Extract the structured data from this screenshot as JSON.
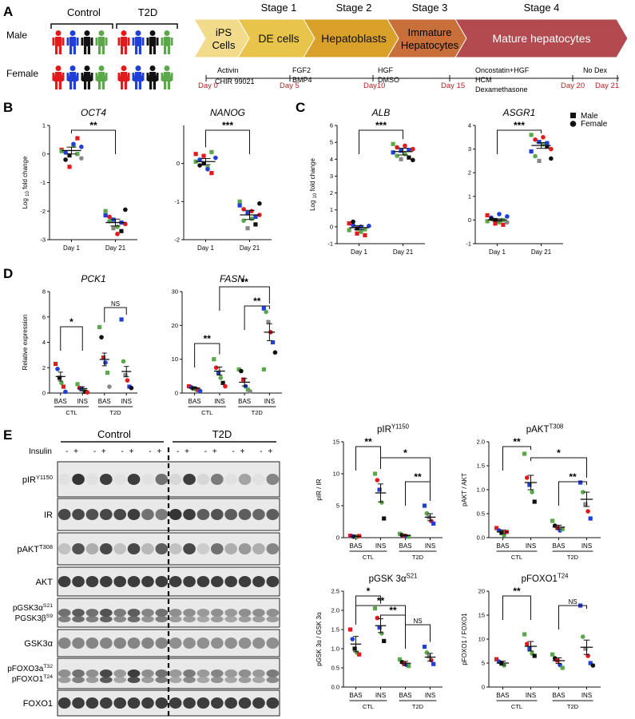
{
  "panels": {
    "A": "A",
    "B": "B",
    "C": "C",
    "D": "D",
    "E": "E"
  },
  "panel_a": {
    "control_label": "Control",
    "t2d_label": "T2D",
    "male_label": "Male",
    "female_label": "Female",
    "donor_colors": [
      "#e31a1c",
      "#1f3fd6",
      "#111111",
      "#5aa84a"
    ],
    "stages": [
      {
        "stage": "",
        "name": "iPS Cells",
        "color": "#f2dc8c"
      },
      {
        "stage": "Stage 1",
        "name": "DE cells",
        "color": "#e8c44a"
      },
      {
        "stage": "Stage 2",
        "name": "Hepatoblasts",
        "color": "#d9a02a"
      },
      {
        "stage": "Stage 3",
        "name": "Immature Hepatocytes",
        "color": "#c86f3a"
      },
      {
        "stage": "Stage 4",
        "name": "Mature hepatocytes",
        "color": "#b24a4f"
      }
    ],
    "factors": [
      "Activin",
      "CHIR 99021",
      "FGF2",
      "BMP4",
      "HGF",
      "DMSO",
      "Oncostatin+HGF",
      "HCM",
      "Dexamethasone",
      "No Dex"
    ],
    "days": [
      "Day 0",
      "Day 5",
      "Day10",
      "Day 15",
      "Day 20",
      "Day 21"
    ]
  },
  "legend": {
    "male": "Male",
    "female": "Female"
  },
  "palette": {
    "red": "#e31a1c",
    "blue": "#1f3fd6",
    "black": "#111111",
    "green": "#5aa84a",
    "gray": "#888888"
  },
  "chart_data": [
    {
      "id": "B1",
      "type": "scatter",
      "title": "OCT4",
      "ylabel": "Log 10 fold change",
      "categories": [
        "Day 1",
        "Day 21"
      ],
      "ylim": [
        -3,
        1
      ],
      "yticks": [
        1,
        0,
        -1,
        -2,
        -3
      ],
      "means": [
        0.12,
        -2.4
      ],
      "sems": [
        0.12,
        0.12
      ],
      "significance": [
        {
          "from": 0,
          "to": 1,
          "label": "**"
        }
      ],
      "points": [
        [
          0.15,
          0.05,
          -0.05,
          0.3,
          0.55,
          0.25,
          0.1,
          -0.2,
          -0.45,
          0.35,
          0.0,
          -0.15
        ],
        [
          -2.0,
          -2.2,
          -2.3,
          -2.55,
          -2.7,
          -2.45,
          -2.15,
          -2.35,
          -2.6,
          -2.8,
          -2.4,
          -1.95
        ]
      ]
    },
    {
      "id": "B2",
      "type": "scatter",
      "title": "NANOG",
      "ylabel": "",
      "categories": [
        "Day 1",
        "Day 21"
      ],
      "ylim": [
        -2,
        1
      ],
      "yticks": [
        0,
        -1,
        -2
      ],
      "means": [
        0.05,
        -1.35
      ],
      "sems": [
        0.08,
        0.12
      ],
      "significance": [
        {
          "from": 0,
          "to": 1,
          "label": "***"
        }
      ],
      "points": [
        [
          0.25,
          0.1,
          0.0,
          -0.1,
          -0.25,
          0.15,
          0.05,
          -0.05,
          0.2,
          -0.15,
          0.3
        ],
        [
          -1.0,
          -1.2,
          -1.3,
          -1.45,
          -1.6,
          -1.35,
          -1.1,
          -1.5,
          -1.7,
          -1.25,
          -1.4,
          -1.05
        ]
      ]
    },
    {
      "id": "C1",
      "type": "scatter",
      "title": "ALB",
      "ylabel": "Log 10 fold change",
      "categories": [
        "Day 1",
        "Day 21"
      ],
      "ylim": [
        -1,
        6
      ],
      "yticks": [
        6,
        5,
        4,
        3,
        2,
        1,
        0,
        -1
      ],
      "means": [
        -0.05,
        4.45
      ],
      "sems": [
        0.12,
        0.2
      ],
      "significance": [
        {
          "from": 0,
          "to": 1,
          "label": "***"
        }
      ],
      "points": [
        [
          0.2,
          0.1,
          -0.1,
          -0.3,
          -0.5,
          0.05,
          -0.2,
          0.3,
          -0.4,
          0.0,
          -0.15
        ],
        [
          4.9,
          4.7,
          4.5,
          4.3,
          4.1,
          4.6,
          4.4,
          4.2,
          4.0,
          4.8,
          4.55,
          3.95
        ]
      ]
    },
    {
      "id": "C2",
      "type": "scatter",
      "title": "ASGR1",
      "ylabel": "",
      "categories": [
        "Day 1",
        "Day 21"
      ],
      "ylim": [
        -1,
        4
      ],
      "yticks": [
        4,
        3,
        2,
        1,
        0,
        -1
      ],
      "means": [
        0.0,
        3.15
      ],
      "sems": [
        0.05,
        0.12
      ],
      "significance": [
        {
          "from": 0,
          "to": 1,
          "label": "***"
        }
      ],
      "points": [
        [
          0.2,
          0.1,
          0.0,
          -0.1,
          -0.2,
          0.15,
          -0.05,
          0.05,
          -0.15,
          0.25,
          0.0,
          -0.1
        ],
        [
          3.6,
          3.4,
          3.3,
          3.2,
          3.1,
          3.0,
          2.9,
          2.7,
          2.5,
          3.5,
          3.25,
          2.6
        ]
      ]
    },
    {
      "id": "D1",
      "type": "scatter",
      "title": "PCK1",
      "ylabel": "Relative expression",
      "categories": [
        "BAS",
        "INS",
        "BAS",
        "INS"
      ],
      "groups": [
        "CTL",
        "T2D"
      ],
      "ylim": [
        0,
        8
      ],
      "yticks": [
        8,
        6,
        4,
        2,
        0
      ],
      "means": [
        1.3,
        0.35,
        2.65,
        1.7
      ],
      "sems": [
        0.35,
        0.15,
        0.5,
        0.4
      ],
      "significance": [
        {
          "from": 0,
          "to": 1,
          "label": "*"
        },
        {
          "from": 2,
          "to": 3,
          "label": "NS"
        }
      ],
      "points": [
        [
          2.3,
          1.9,
          1.2,
          0.8,
          0.5,
          0.1
        ],
        [
          0.7,
          0.4,
          0.3,
          0.2,
          0.1,
          0.05
        ],
        [
          5.2,
          4.4,
          2.8,
          2.4,
          1.6,
          0.5
        ],
        [
          5.8,
          2.5,
          1.4,
          1.0,
          0.5,
          0.4
        ]
      ]
    },
    {
      "id": "D2",
      "type": "scatter",
      "title": "FASN",
      "ylabel": "",
      "categories": [
        "BAS",
        "INS",
        "BAS",
        "INS"
      ],
      "groups": [
        "CTL",
        "T2D"
      ],
      "ylim": [
        0,
        30
      ],
      "yticks": [
        30,
        20,
        10,
        0
      ],
      "means": [
        1.5,
        6.5,
        3.2,
        18.0
      ],
      "sems": [
        0.3,
        1.2,
        1.1,
        2.5
      ],
      "significance": [
        {
          "from": 0,
          "to": 1,
          "label": "**"
        },
        {
          "from": 2,
          "to": 3,
          "label": "**"
        },
        {
          "from": 1,
          "to": 3,
          "label": "**"
        }
      ],
      "points": [
        [
          2.0,
          1.7,
          1.4,
          1.1,
          0.9,
          0.6
        ],
        [
          10.0,
          7.5,
          6.0,
          4.5,
          3.0,
          2.0
        ],
        [
          7.0,
          6.5,
          4.0,
          2.0,
          1.0,
          0.5
        ],
        [
          25.0,
          24.0,
          21.0,
          18.0,
          15.0,
          12.0,
          7.0
        ]
      ]
    },
    {
      "id": "E1",
      "type": "scatter",
      "title": "pIR",
      "title_sup": "Y1150",
      "ylabel": "pIR / IR",
      "categories": [
        "BAS",
        "INS",
        "BAS",
        "INS"
      ],
      "groups": [
        "CTL",
        "T2D"
      ],
      "ylim": [
        0,
        15
      ],
      "yticks": [
        0,
        5,
        10,
        15
      ],
      "means": [
        0.2,
        7.0,
        0.35,
        3.2
      ],
      "sems": [
        0.05,
        1.4,
        0.1,
        0.55
      ],
      "significance": [
        {
          "from": 0,
          "to": 1,
          "label": "**"
        },
        {
          "from": 2,
          "to": 3,
          "label": "**"
        },
        {
          "from": 1,
          "to": 3,
          "label": "*"
        }
      ],
      "points": [
        [
          0.3,
          0.2,
          0.15,
          0.1,
          0.25
        ],
        [
          10.0,
          9.0,
          7.5,
          5.5,
          3.0
        ],
        [
          0.6,
          0.4,
          0.3,
          0.2,
          0.15
        ],
        [
          5.0,
          3.8,
          3.2,
          2.6,
          2.2
        ]
      ]
    },
    {
      "id": "E2",
      "type": "scatter",
      "title": "pAKT",
      "title_sup": "T308",
      "ylabel": "pAKT / AKT",
      "categories": [
        "BAS",
        "INS",
        "BAS",
        "INS"
      ],
      "groups": [
        "CTL",
        "T2D"
      ],
      "ylim": [
        0,
        2.0
      ],
      "yticks": [
        0.0,
        0.5,
        1.0,
        1.5,
        2.0
      ],
      "means": [
        0.12,
        1.15,
        0.22,
        0.8
      ],
      "sems": [
        0.04,
        0.15,
        0.04,
        0.15
      ],
      "significance": [
        {
          "from": 0,
          "to": 1,
          "label": "**"
        },
        {
          "from": 2,
          "to": 3,
          "label": "**"
        },
        {
          "from": 1,
          "to": 3,
          "label": "*"
        }
      ],
      "points": [
        [
          0.2,
          0.15,
          0.1,
          0.05,
          0.12
        ],
        [
          1.75,
          1.25,
          1.1,
          0.95,
          0.75
        ],
        [
          0.35,
          0.25,
          0.2,
          0.15,
          0.18
        ],
        [
          1.15,
          0.95,
          0.7,
          0.55,
          0.4
        ]
      ]
    },
    {
      "id": "E3",
      "type": "scatter",
      "title": "pGSK 3α",
      "title_sup": "S21",
      "ylabel": "pGSK 3α / GSK 3α",
      "categories": [
        "BAS",
        "INS",
        "BAS",
        "INS"
      ],
      "groups": [
        "CTL",
        "T2D"
      ],
      "ylim": [
        0,
        2.5
      ],
      "yticks": [
        0.0,
        0.5,
        1.0,
        1.5,
        2.0,
        2.5
      ],
      "means": [
        1.12,
        1.6,
        0.62,
        0.78
      ],
      "sems": [
        0.2,
        0.18,
        0.05,
        0.1
      ],
      "significance": [
        {
          "from": 0,
          "to": 1,
          "label": "*"
        },
        {
          "from": 0,
          "to": 2,
          "label": "**"
        },
        {
          "from": 1,
          "to": 2,
          "label": "**"
        },
        {
          "from": 2,
          "to": 3,
          "label": "NS"
        }
      ],
      "points": [
        [
          1.5,
          1.25,
          1.0,
          0.9,
          0.85
        ],
        [
          2.05,
          1.8,
          1.55,
          1.4,
          1.2
        ],
        [
          0.72,
          0.65,
          0.6,
          0.58,
          0.55
        ],
        [
          1.05,
          0.9,
          0.8,
          0.7,
          0.6
        ]
      ]
    },
    {
      "id": "E4",
      "type": "scatter",
      "title": "pFOXO1",
      "title_sup": "T24",
      "ylabel": "pFOXO1 / FOXO1",
      "categories": [
        "BAS",
        "INS",
        "BAS",
        "INS"
      ],
      "groups": [
        "CTL",
        "T2D"
      ],
      "ylim": [
        0,
        20
      ],
      "yticks": [
        0,
        5,
        10,
        15,
        20
      ],
      "means": [
        5.0,
        8.5,
        5.5,
        8.3
      ],
      "sems": [
        0.4,
        1.0,
        0.6,
        1.5
      ],
      "significance": [
        {
          "from": 0,
          "to": 1,
          "label": "**"
        },
        {
          "from": 2,
          "to": 3,
          "label": "NS"
        }
      ],
      "points": [
        [
          5.8,
          5.3,
          4.9,
          4.5
        ],
        [
          11.0,
          9.0,
          8.0,
          7.0,
          6.5
        ],
        [
          6.8,
          6.0,
          5.5,
          4.6,
          4.0
        ],
        [
          17.0,
          10.5,
          8.0,
          6.5,
          5.0,
          4.5
        ]
      ]
    }
  ],
  "blot": {
    "control_label": "Control",
    "t2d_label": "T2D",
    "insulin_label": "Insulin",
    "lanes": [
      "-",
      "+",
      "-",
      "+",
      "-",
      "+",
      "-",
      "+",
      "-",
      "+",
      "-",
      "+",
      "-",
      "+",
      "-",
      "+"
    ],
    "rows": [
      {
        "label": "pIR",
        "sup": "Y1150",
        "label2": "",
        "sup2": "",
        "intensity": [
          0.05,
          0.9,
          0.05,
          0.85,
          0.05,
          0.85,
          0.05,
          0.6,
          0.1,
          0.85,
          0.1,
          0.55,
          0.05,
          0.35,
          0.05,
          0.5
        ]
      },
      {
        "label": "IR",
        "sup": "",
        "label2": "",
        "sup2": "",
        "intensity": [
          0.8,
          0.8,
          0.75,
          0.8,
          0.8,
          0.85,
          0.6,
          0.55,
          0.9,
          0.85,
          0.7,
          0.75,
          0.7,
          0.7,
          0.65,
          0.7
        ]
      },
      {
        "label": "pAKT",
        "sup": "T308",
        "label2": "",
        "sup2": "",
        "intensity": [
          0.2,
          0.75,
          0.3,
          0.8,
          0.2,
          0.8,
          0.25,
          0.7,
          0.2,
          0.8,
          0.15,
          0.6,
          0.3,
          0.4,
          0.3,
          0.5
        ]
      },
      {
        "label": "AKT",
        "sup": "",
        "label2": "",
        "sup2": "",
        "intensity": [
          0.85,
          0.85,
          0.85,
          0.85,
          0.85,
          0.85,
          0.85,
          0.85,
          0.85,
          0.85,
          0.85,
          0.85,
          0.85,
          0.85,
          0.85,
          0.85
        ]
      },
      {
        "label": "pGSK3α",
        "sup": "S21",
        "label2": "PGSK3β",
        "sup2": "S9",
        "intensity": [
          0.6,
          0.7,
          0.6,
          0.75,
          0.55,
          0.7,
          0.5,
          0.6,
          0.45,
          0.45,
          0.4,
          0.45,
          0.4,
          0.45,
          0.45,
          0.45
        ]
      },
      {
        "label": "GSK3α",
        "sup": "",
        "label2": "",
        "sup2": "",
        "intensity": [
          0.5,
          0.5,
          0.5,
          0.5,
          0.5,
          0.5,
          0.5,
          0.5,
          0.45,
          0.45,
          0.45,
          0.45,
          0.45,
          0.45,
          0.45,
          0.45
        ]
      },
      {
        "label": "pFOXO3a",
        "sup": "T32",
        "label2": "pFOXO1",
        "sup2": "T24",
        "intensity": [
          0.45,
          0.6,
          0.45,
          0.8,
          0.4,
          0.85,
          0.45,
          0.6,
          0.4,
          0.55,
          0.4,
          0.5,
          0.4,
          0.45,
          0.4,
          0.55
        ]
      },
      {
        "label": "FOXO1",
        "sup": "",
        "label2": "",
        "sup2": "",
        "intensity": [
          0.85,
          0.85,
          0.85,
          0.85,
          0.85,
          0.85,
          0.85,
          0.85,
          0.85,
          0.85,
          0.85,
          0.85,
          0.85,
          0.85,
          0.85,
          0.85
        ]
      }
    ]
  }
}
